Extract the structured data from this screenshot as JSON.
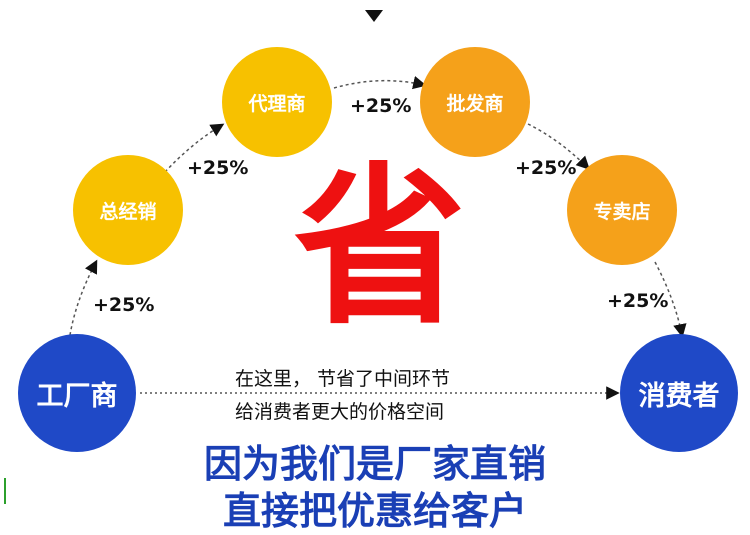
{
  "nodes": {
    "factory": "工厂商",
    "distributor": "总经销",
    "agent": "代理商",
    "wholesaler": "批发商",
    "store": "专卖店",
    "consumer": "消费者"
  },
  "markup_label": "+25%",
  "center_char": "省",
  "middle_text": {
    "line1": "在这里， 节省了中间环节",
    "line2": "给消费者更大的价格空间"
  },
  "slogan": {
    "line1": "因为我们是厂家直销",
    "line2": "直接把优惠给客户"
  },
  "colors": {
    "blue": "#1f49c7",
    "yellow": "#f7c100",
    "orange": "#f5a11a",
    "red": "#ee1111",
    "slogan_blue": "#1a3fb5"
  }
}
